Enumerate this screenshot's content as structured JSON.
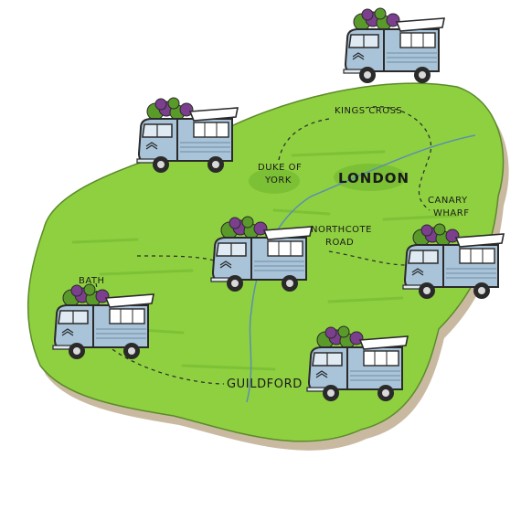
{
  "map": {
    "labels": {
      "kings_cross": "KINGS CROSS",
      "duke_line1": "DUKE OF",
      "duke_line2": "YORK",
      "london": "LONDON",
      "canary_line1": "CANARY",
      "canary_line2": "WHARF",
      "northcote_line1": "NORTHCOTE",
      "northcote_line2": "ROAD",
      "bath": "BATH",
      "guildford": "GUILDFORD"
    },
    "icons": {
      "van": "food-truck-icon",
      "island": "island-map"
    },
    "colors": {
      "land": "#8fd040",
      "land_dark": "#6fb52e",
      "shore": "#c9b9a0",
      "van_body": "#a9c3d8",
      "van_outline": "#2a2a2a",
      "grapes": "#7b3f8e",
      "leaves": "#5a9a2a",
      "river": "#5b8fb0"
    }
  }
}
